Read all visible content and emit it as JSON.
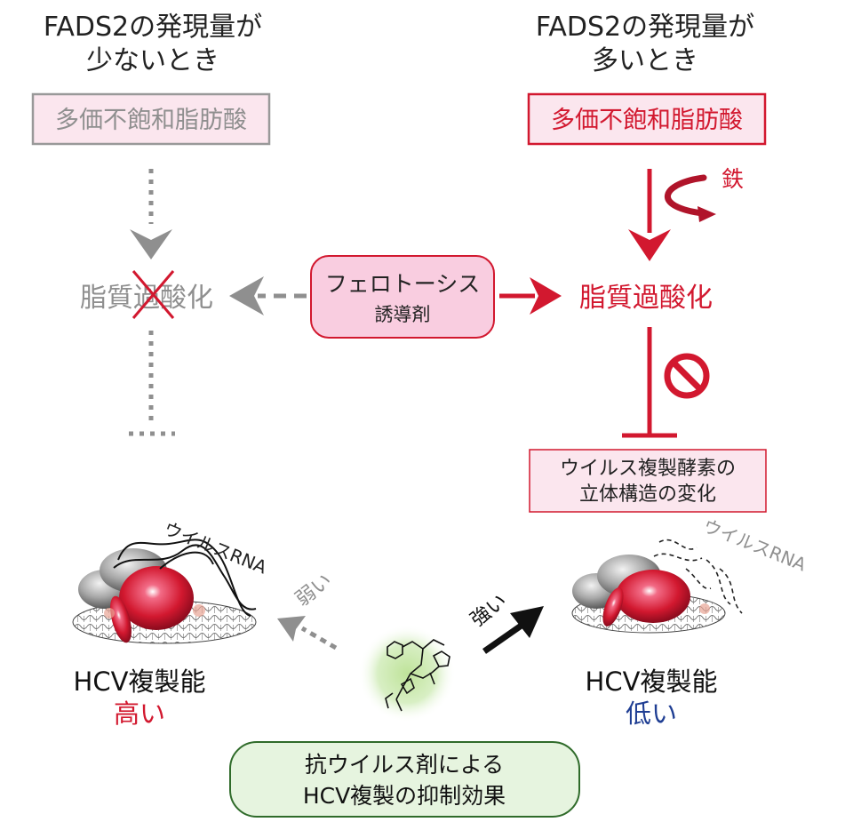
{
  "left": {
    "heading_line1": "FADS2の発現量が",
    "heading_line2": "少ないとき",
    "pufa_box": "多価不飽和脂肪酸",
    "lipid_peroxidation": "脂質過酸化"
  },
  "right": {
    "heading_line1": "FADS2の発現量が",
    "heading_line2": "多いとき",
    "pufa_box": "多価不飽和脂肪酸",
    "iron": "鉄",
    "lipid_peroxidation": "脂質過酸化",
    "enzyme_line1": "ウイルス複製酵素の",
    "enzyme_line2": "立体構造の変化"
  },
  "center": {
    "inducer_line1": "フェロトーシス",
    "inducer_line2": "誘導剤"
  },
  "bottom": {
    "left_rna_label": "ウイルスRNA",
    "right_rna_label": "ウイルスRNA",
    "weak_label": "弱い",
    "strong_label": "強い",
    "left_capacity": "HCV複製能",
    "left_level": "高い",
    "right_capacity": "HCV複製能",
    "right_level": "低い",
    "effect_line1": "抗ウイルス剤による",
    "effect_line2": "HCV複製の抑制効果"
  },
  "colors": {
    "red": "#d2182f",
    "gray": "#8f8f8f",
    "pink_fill": "#fbe6ee",
    "green_fill": "#e6f4df",
    "green_border": "#2f6b2a",
    "blue": "#1f3e93"
  }
}
